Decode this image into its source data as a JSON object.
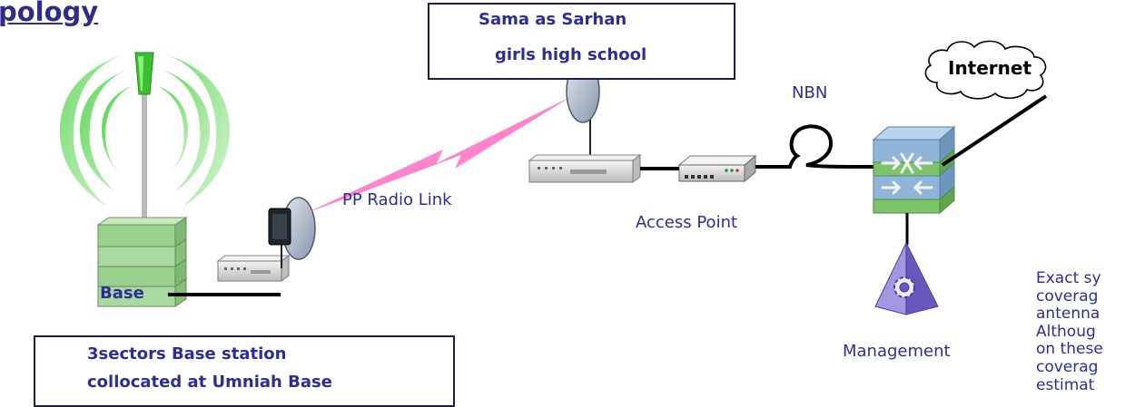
{
  "title": "pology",
  "school_box": {
    "line1": "Sama as Sarhan",
    "line2": "girls high school"
  },
  "base_box": {
    "line1": "3sectors Base station",
    "line2": "collocated at Umniah Base"
  },
  "labels": {
    "nbn": "NBN",
    "internet": "Internet",
    "pp_radio_link": "PP Radio Link",
    "access_point": "Access Point",
    "base": "Base",
    "management": "Management"
  },
  "note_lines": [
    "Exact sy",
    "coverag",
    "antenna",
    "Althoug",
    "on these",
    "coverag",
    "estimat"
  ],
  "colors": {
    "text": "#2b2e97",
    "title": "#2f2c8a",
    "radio_link": "#ff77c6",
    "base_green": "#9ad18f",
    "switch_blue": "#8fb6d9",
    "switch_green": "#7cc46a",
    "management_purple": "#7b6cc4"
  }
}
